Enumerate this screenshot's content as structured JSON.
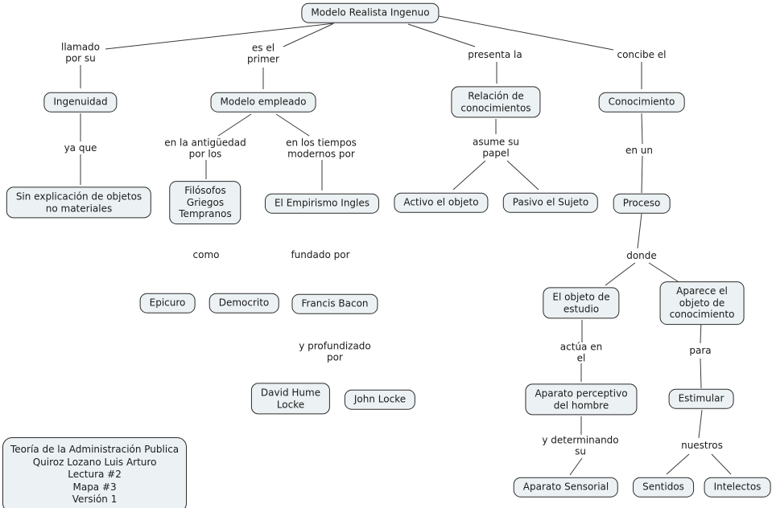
{
  "map_title": "Modelo Realista Ingenuo",
  "colors": {
    "background": "#ffffff",
    "node_fill": "#ecf2f4",
    "node_border": "#2b2b2b",
    "connector": "#3a3a3a",
    "text": "#1a1a1a"
  },
  "nodes": [
    {
      "id": "modelo-realista-ingenuo",
      "label": "Modelo Realista Ingenuo"
    },
    {
      "id": "ingenuidad",
      "label": "Ingenuidad"
    },
    {
      "id": "modelo-empleado",
      "label": "Modelo empleado"
    },
    {
      "id": "relacion-de-conocimientos",
      "label": "Relación de\nconocimientos"
    },
    {
      "id": "conocimiento",
      "label": "Conocimiento"
    },
    {
      "id": "sin-explicacion-de-objetos",
      "label": "Sin explicación de objetos\nno materiales"
    },
    {
      "id": "filosofos-griegos-tempranos",
      "label": "Filósofos\nGriegos\nTempranos"
    },
    {
      "id": "el-empirismo-ingles",
      "label": "El Empirismo Ingles"
    },
    {
      "id": "activo-el-objeto",
      "label": "Activo el objeto"
    },
    {
      "id": "pasivo-el-sujeto",
      "label": "Pasivo el Sujeto"
    },
    {
      "id": "proceso",
      "label": "Proceso"
    },
    {
      "id": "epicuro",
      "label": "Epicuro"
    },
    {
      "id": "democrito",
      "label": "Democrito"
    },
    {
      "id": "francis-bacon",
      "label": "Francis Bacon"
    },
    {
      "id": "el-objeto-de-estudio",
      "label": "El objeto de\nestudio"
    },
    {
      "id": "aparece-el-objeto-de-conocimiento",
      "label": "Aparece el\nobjeto de conocimiento"
    },
    {
      "id": "david-hume-locke",
      "label": "David Hume\nLocke"
    },
    {
      "id": "john-locke",
      "label": "John Locke"
    },
    {
      "id": "aparato-perceptivo-del-hombre",
      "label": "Aparato perceptivo\ndel hombre"
    },
    {
      "id": "estimular",
      "label": "Estimular"
    },
    {
      "id": "aparato-sensorial",
      "label": "Aparato Sensorial"
    },
    {
      "id": "sentidos",
      "label": "Sentidos"
    },
    {
      "id": "intelectos",
      "label": "Intelectos"
    }
  ],
  "phrases": [
    {
      "id": "llamado-por-su",
      "label": "llamado\npor su"
    },
    {
      "id": "es-el-primer",
      "label": "es el\nprimer"
    },
    {
      "id": "presenta-la",
      "label": "presenta la"
    },
    {
      "id": "concibe-el",
      "label": "concibe el"
    },
    {
      "id": "ya-que",
      "label": "ya que"
    },
    {
      "id": "en-la-antiguedad-por-los",
      "label": "en la antigüedad\npor los"
    },
    {
      "id": "en-los-tiempos-modernos-por",
      "label": "en los tiempos\nmodernos por"
    },
    {
      "id": "asume-su-papel",
      "label": "asume su\npapel"
    },
    {
      "id": "en-un",
      "label": "en un"
    },
    {
      "id": "como",
      "label": "como"
    },
    {
      "id": "fundado-por",
      "label": "fundado por"
    },
    {
      "id": "donde",
      "label": "donde"
    },
    {
      "id": "y-profundizado-por",
      "label": "y profundizado\npor"
    },
    {
      "id": "actua-en-el",
      "label": "actúa en\nel"
    },
    {
      "id": "para",
      "label": "para"
    },
    {
      "id": "y-determinando-su",
      "label": "y determinando\nsu"
    },
    {
      "id": "nuestros",
      "label": "nuestros"
    }
  ],
  "legend": {
    "text": "Teoría de la Administración Publica\nQuiroz Lozano Luis Arturo\nLectura #2\nMapa #3\nVersión 1"
  }
}
